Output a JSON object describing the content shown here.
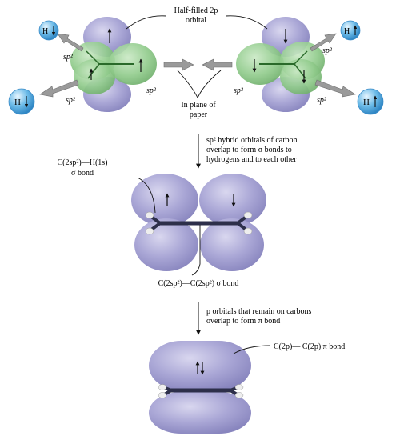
{
  "labels": {
    "half_filled_line1": "Half-filled 2p",
    "half_filled_line2": "orbital",
    "plane_line1": "In plane of",
    "plane_line2": "paper",
    "step1_line1": "sp² hybrid orbitals of carbon",
    "step1_line2": "overlap to form σ bonds to",
    "step1_line3": "hydrogens and to each other",
    "ch_bond_line1": "C(2sp²)—H(1s)",
    "ch_bond_line2": "σ bond",
    "cc_sigma": "C(2sp²)—C(2sp²) σ bond",
    "step2_line1": "p orbitals that remain on carbons",
    "step2_line2": "overlap to form π bond",
    "pi_bond": "C(2p)— C(2p) π bond",
    "sp2": "sp²",
    "hydrogen": "H"
  },
  "colors": {
    "p_orbital": "#a9a6d4",
    "sp2_orbital": "#8ec98a",
    "hydrogen_sphere": "#5aaee0",
    "bond_rod": "#2d2f4a",
    "grey_arrow": "#9a9a9a"
  },
  "electron_spins": {
    "hydrogens_left": [
      "down",
      "down"
    ],
    "hydrogens_right": [
      "up",
      "up"
    ]
  }
}
